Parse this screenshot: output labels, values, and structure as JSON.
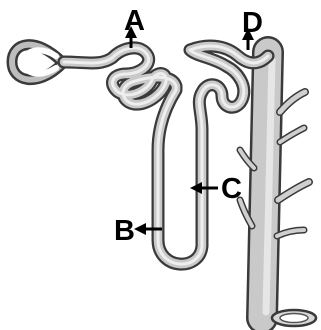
{
  "labels": {
    "a": "A",
    "b": "B",
    "c": "C",
    "d": "D"
  },
  "colors": {
    "outline": "#3a3a3a",
    "tube_fill": "#c9c9c9",
    "tube_highlight": "#eeeeee",
    "arrow": "#000000"
  }
}
